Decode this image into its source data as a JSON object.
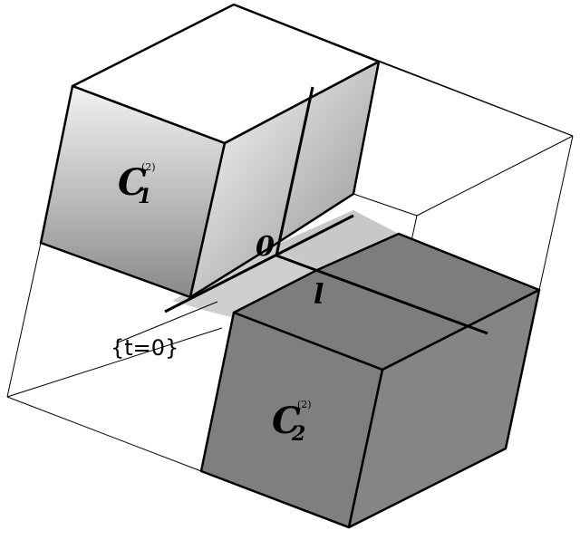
{
  "labels": {
    "cube1_main": "C",
    "cube1_sub": "1",
    "cube1_sup": "(2)",
    "cube2_main": "C",
    "cube2_sub": "2",
    "cube2_sup": "(2)",
    "origin": "0",
    "line_label": "l",
    "plane_label": "{t=0}"
  },
  "colors": {
    "cube1_light": "#ffffff",
    "cube1_dark": "#8c8c8c",
    "cube2_fill": "#808080",
    "strip_fill": "#c8c8c8",
    "line": "#000000"
  }
}
